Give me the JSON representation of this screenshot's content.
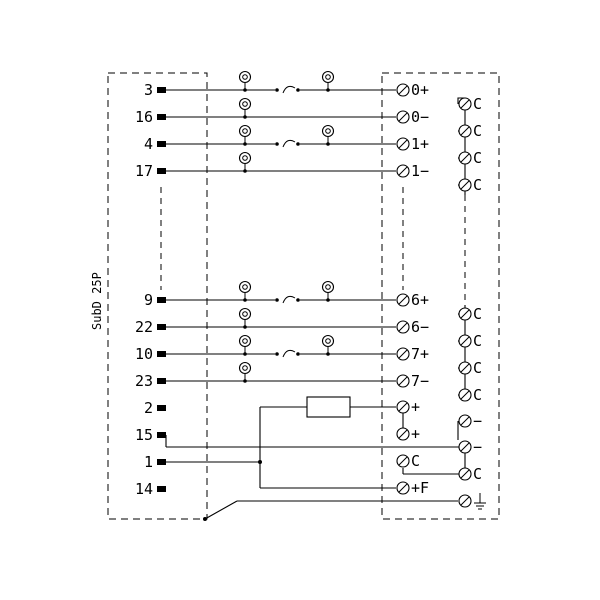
{
  "connector_label": "SubD 25P",
  "left_pins": {
    "p3": "3",
    "p16": "16",
    "p4": "4",
    "p17": "17",
    "p9": "9",
    "p22": "22",
    "p10": "10",
    "p23": "23",
    "p2": "2",
    "p15": "15",
    "p1": "1",
    "p14": "14"
  },
  "right_terminals": {
    "t0p": "0+",
    "t0m": "0−",
    "t1p": "1+",
    "t1m": "1−",
    "t6p": "6+",
    "t6m": "6−",
    "t7p": "7+",
    "t7m": "7−",
    "plus_a": "+",
    "plus_b": "+",
    "common": "C",
    "plus_f": "+F"
  },
  "common_labels": {
    "c1": "C",
    "c2": "C",
    "c3": "C",
    "c4": "C",
    "c5": "C",
    "c6": "C",
    "c7": "C",
    "c8": "C",
    "m1": "−",
    "m2": "−",
    "c9": "C"
  }
}
